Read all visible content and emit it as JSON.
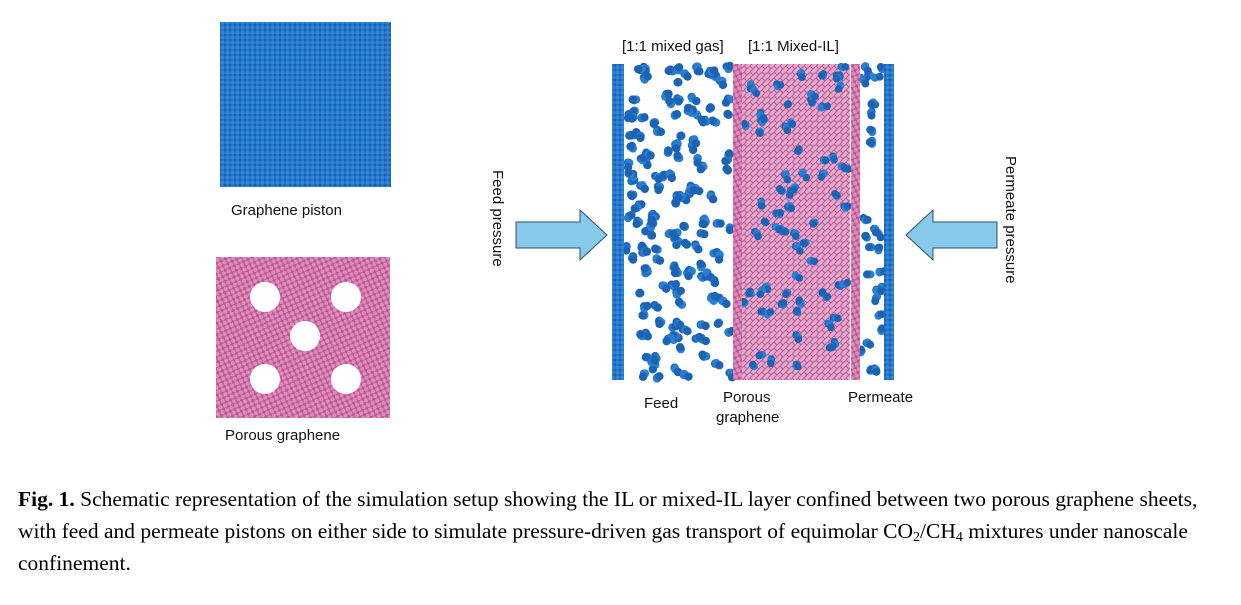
{
  "figure": {
    "panel_left": {
      "piston_label": "Graphene piston",
      "porous_label": "Porous graphene"
    },
    "panel_right": {
      "top_labels": [
        "[1:1 mixed gas]",
        "[1:1 Mixed-IL]"
      ],
      "feed_pressure_label": "Feed pressure",
      "permeate_pressure_label": "Permeate pressure",
      "bottom_labels": {
        "feed": "Feed",
        "porous_line1": "Porous",
        "porous_line2": "graphene",
        "permeate": "Permeate"
      }
    },
    "colors": {
      "gas_blue": "#1f6fc2",
      "graphene_pink": "#d67fb0",
      "arrow_fill": "#86c9ea"
    }
  },
  "caption": {
    "label": "Fig. 1.",
    "text_before_sub1": " Schematic representation of the simulation setup showing the IL or mixed-IL layer confined between two porous graphene sheets, with feed and permeate pistons on either side to simulate pressure-driven gas transport of equimolar CO",
    "sub1": "2",
    "mid": "/CH",
    "sub2": "4",
    "text_after": " mixtures under nanoscale confinement."
  }
}
